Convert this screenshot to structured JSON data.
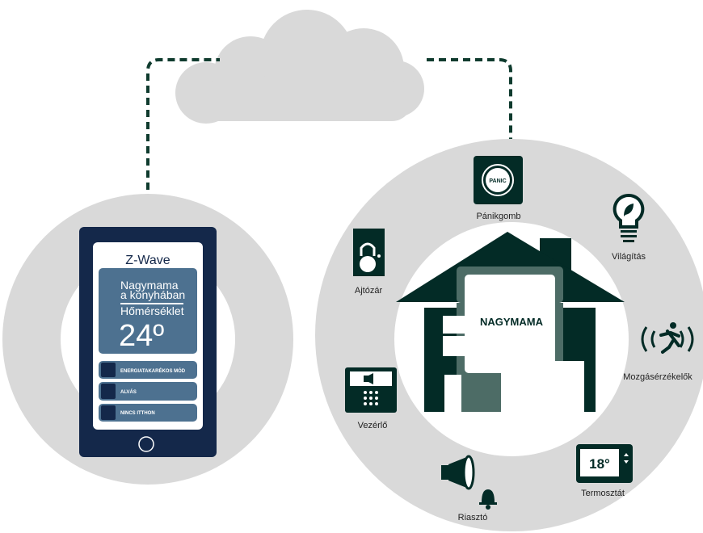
{
  "colors": {
    "gray": "#d9d9d9",
    "dark": "#032b26",
    "phone": "#14284a",
    "panel": "#4d7190",
    "line": "#0f3b2e"
  },
  "phone": {
    "title": "Z-Wave",
    "status_line1": "Nagymama",
    "status_line2": "a konyhában",
    "temp_label": "Hőmérséklet",
    "temp_value": "24º",
    "modes": [
      {
        "label": "ENERGIATAKARÉKOS MÓD"
      },
      {
        "label": "ALVÁS"
      },
      {
        "label": "NINCS ITTHON"
      }
    ]
  },
  "house": {
    "label": "NAGYMAMA"
  },
  "devices": {
    "panic": {
      "label": "Pánikgomb",
      "button_text": "PANIC"
    },
    "lock": {
      "label": "Ajtózár"
    },
    "light": {
      "label": "Világítás"
    },
    "motion": {
      "label": "Mozgásérzékelők"
    },
    "controller": {
      "label": "Vezérlő"
    },
    "thermostat": {
      "label": "Termosztát",
      "display": "18°"
    },
    "alarm": {
      "label": "Riasztó"
    }
  }
}
